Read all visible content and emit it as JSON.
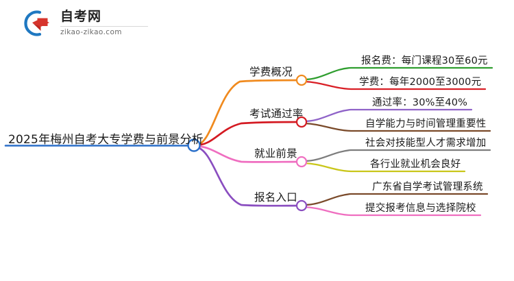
{
  "logo": {
    "brand_name": "自考网",
    "url_text": "zikao-zikao.com",
    "mark_icon": "graduation-cap-in-arc-logo",
    "arc_color": "#1f78c1",
    "cap_color": "#d6342c"
  },
  "mindmap": {
    "root": {
      "label": "2025年梅州自考大专学费与前景分析",
      "color": "#2a6fc9"
    },
    "branches": [
      {
        "label": "学费概况",
        "color": "#f08a1e",
        "children": [
          {
            "label": "报名费：每门课程30至60元",
            "color": "#2f9e2f"
          },
          {
            "label": "学费：每年2000至3000元",
            "color": "#d91f26"
          }
        ]
      },
      {
        "label": "考试通过率",
        "color": "#d41a22",
        "children": [
          {
            "label": "通过率：30%至40%",
            "color": "#8f63c8"
          },
          {
            "label": "自学能力与时间管理重要性",
            "color": "#7a4a2a"
          }
        ]
      },
      {
        "label": "就业前景",
        "color": "#ef6ec0",
        "children": [
          {
            "label": "社会对技能型人才需求增加",
            "color": "#7d7d7d"
          },
          {
            "label": "各行业就业机会良好",
            "color": "#c9c61a"
          }
        ]
      },
      {
        "label": "报名入口",
        "color": "#8a4ec0",
        "children": [
          {
            "label": "广东省自学考试管理系统",
            "color": "#7a4a2a"
          },
          {
            "label": "提交报考信息与选择院校",
            "color": "#ef6ec0"
          }
        ]
      }
    ]
  }
}
